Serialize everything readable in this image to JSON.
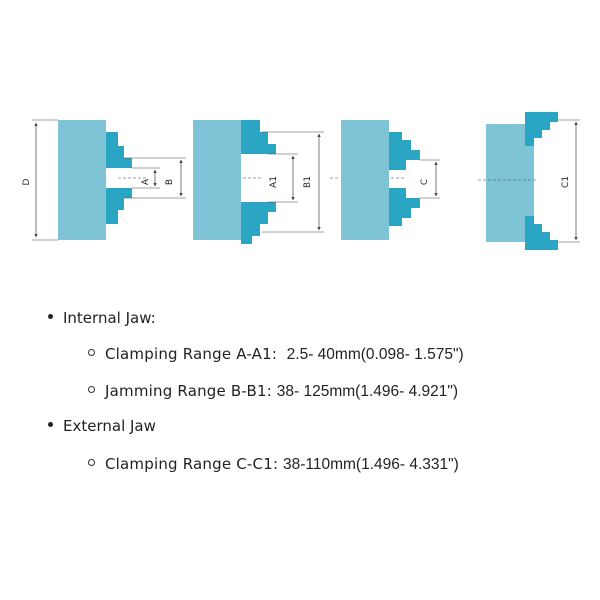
{
  "diagram_labels": {
    "d": "D",
    "a": "A",
    "b": "B",
    "a1": "A1",
    "b1": "B1",
    "c": "C",
    "c1": "C1"
  },
  "colors": {
    "body": "#7ec3d6",
    "jaw": "#2aa5c4",
    "line": "#444444"
  },
  "specs": {
    "internal": {
      "title": "Internal Jaw:",
      "items": [
        {
          "label": "Clamping Range A-A1:",
          "value": "2.5- 40mm(0.098- 1.575\")"
        },
        {
          "label": "Jamming Range B-B1:",
          "value": "38- 125mm(1.496- 4.921\")"
        }
      ]
    },
    "external": {
      "title": "External Jaw",
      "items": [
        {
          "label": "Clamping Range C-C1:",
          "value": "38-110mm(1.496- 4.331\")"
        }
      ]
    }
  }
}
